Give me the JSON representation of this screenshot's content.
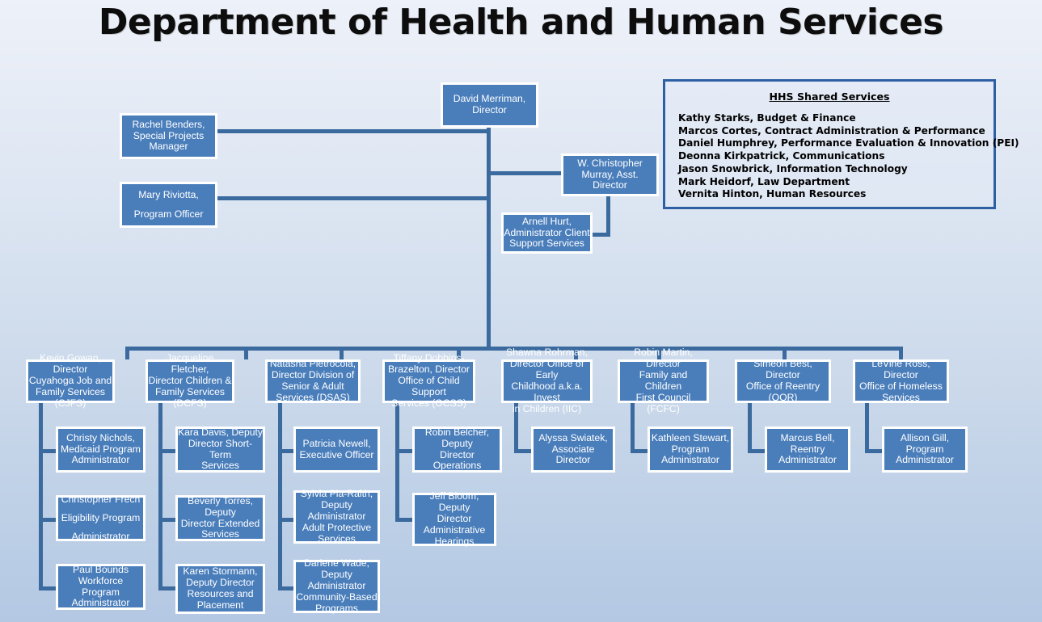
{
  "title": "Department of Health and Human Services",
  "shared_services": {
    "heading": "HHS Shared Services",
    "members": [
      "Kathy Starks, Budget & Finance",
      "Marcos Cortes, Contract Administration & Performance",
      "Daniel Humphrey, Performance Evaluation & Innovation (PEI)",
      "Deonna Kirkpatrick, Communications",
      "Jason Snowbrick, Information Technology",
      "Mark Heidorf, Law Department",
      "Vernita Hinton, Human Resources"
    ]
  },
  "executive": {
    "director": "David Merriman,\nDirector",
    "special_projects": "Rachel Benders,\nSpecial Projects\nManager",
    "program_officer": "Mary Riviotta,\nProgram Officer",
    "asst_director": "W. Christopher\nMurray, Asst. Director",
    "client_support": "Arnell Hurt,\nAdministrator Client\nSupport Services"
  },
  "divisions": [
    {
      "head": "Kevin Gowan, Director\nCuyahoga Job and\nFamily Services (CJFS)",
      "reports": [
        "Christy Nichols,\nMedicaid Program\nAdministrator",
        "Christopher Frech\nEligibility Program\nAdministrator",
        "Paul Bounds\nWorkforce Program\nAdministrator"
      ]
    },
    {
      "head": "Jacqueline Fletcher,\nDirector Children &\nFamily Services (DCFS)",
      "reports": [
        "Kara Davis, Deputy\nDirector Short-Term\nServices",
        "Beverly Torres, Deputy\nDirector Extended\nServices",
        "Karen Stormann,\nDeputy Director\nResources and\nPlacement"
      ]
    },
    {
      "head": "Natasha Pietrocola,\nDirector Division of\nSenior & Adult\nServices (DSAS)",
      "reports": [
        "Patricia Newell,\nExecutive Officer",
        "Sylvia Pla-Raith,\nDeputy Administrator\nAdult Protective\nServices",
        "Darlene Wade, Deputy\nAdministrator\nCommunity-Based\nPrograms"
      ]
    },
    {
      "head": "Tiffany Dobbins-\nBrazelton, Director\nOffice of Child Support\nServices (OCSS)",
      "reports": [
        "Robin Belcher, Deputy\nDirector Operations",
        "Jeff Bloom, Deputy\nDirector\nAdministrative\nHearings"
      ]
    },
    {
      "head": "Shawna Rohrman,\nDirector Office of Early\nChildhood a.k.a. Invest\nin Children (IIC)",
      "reports": [
        "Alyssa Swiatek,\nAssociate Director"
      ]
    },
    {
      "head": "Robin Martin, Director\nFamily and Children\nFirst Council (FCFC)",
      "reports": [
        "Kathleen Stewart,\nProgram\nAdministrator"
      ]
    },
    {
      "head": "Simeon Best, Director\nOffice of Reentry\n(OOR)",
      "reports": [
        "Marcus Bell, Reentry\nAdministrator"
      ]
    },
    {
      "head": "LeVine Ross, Director\nOffice of Homeless\nServices",
      "reports": [
        "Allison Gill, Program\nAdministrator"
      ]
    }
  ],
  "colors": {
    "box_fill": "#4a7ebb",
    "box_border": "#ffffff",
    "line": "#3a6a9e",
    "panel_border": "#2e5fa3",
    "title_text": "#0d0d0d"
  }
}
